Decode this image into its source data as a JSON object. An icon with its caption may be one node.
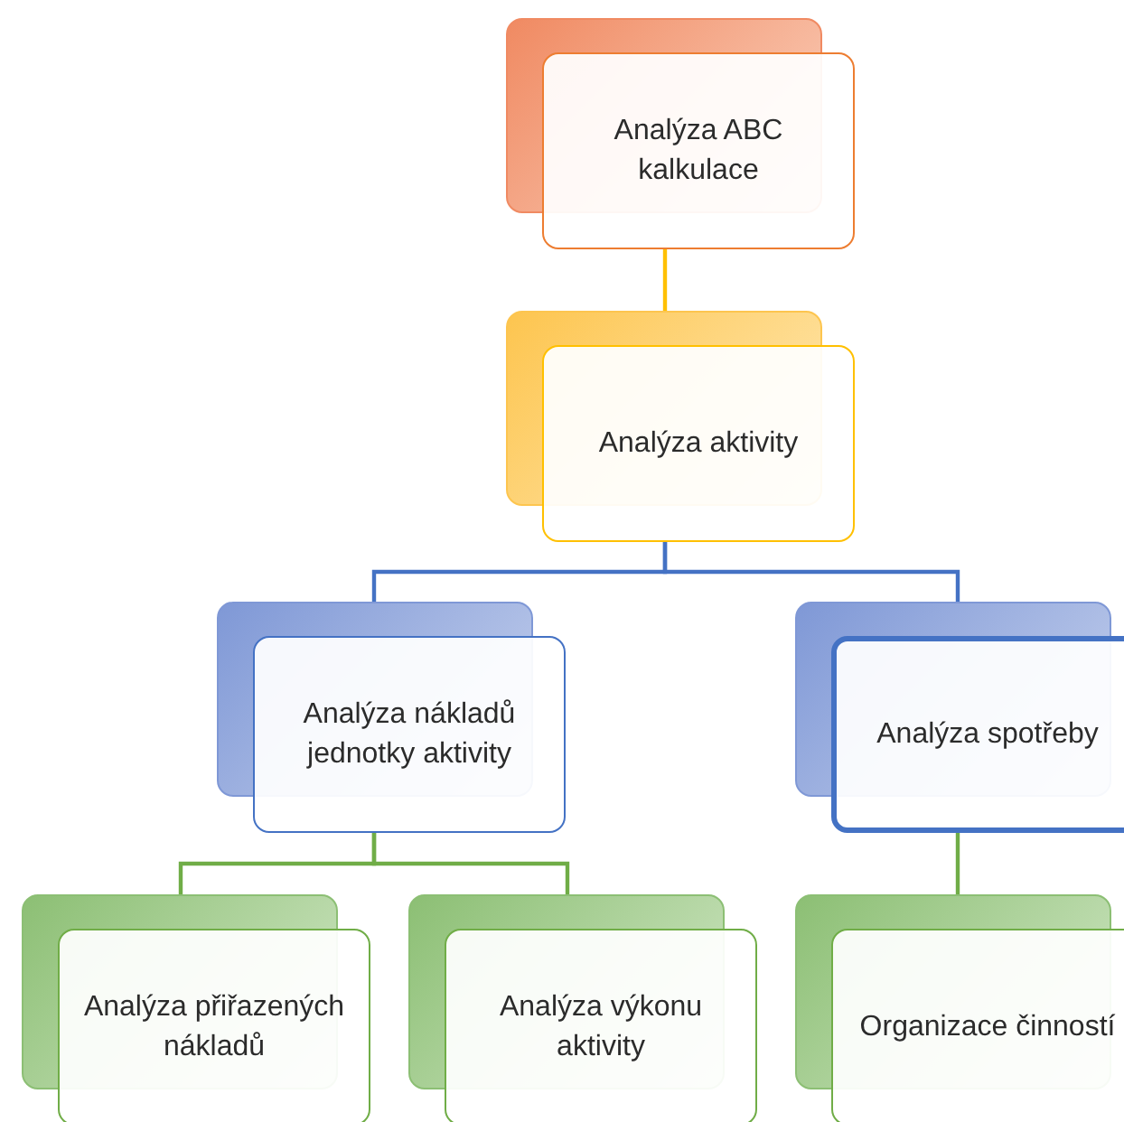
{
  "diagram": {
    "nodes": [
      {
        "text": [
          "Analýza ABC kalkulace"
        ]
      },
      {
        "text": [
          "Analýza aktivity"
        ]
      },
      {
        "text": [
          "Analýza nákladů jednotky aktivity"
        ]
      },
      {
        "text": [
          "Analýza spotřeby"
        ]
      },
      {
        "text": [
          "Analýza přiřazených nákladů"
        ]
      },
      {
        "text": [
          "Analýza výkonu aktivity"
        ]
      },
      {
        "text": [
          "Organizace činností"
        ]
      }
    ],
    "edges": [
      {
        "from": 0,
        "to": 1,
        "arrow": "none",
        "color": "#ffc000"
      },
      {
        "from": 1,
        "to": 2,
        "arrow": "none",
        "color": "#4472c4"
      },
      {
        "from": 1,
        "to": 3,
        "arrow": "none",
        "color": "#4472c4"
      },
      {
        "from": 2,
        "to": 4,
        "arrow": "none"
      },
      {
        "from": 2,
        "to": 5,
        "arrow": "none"
      },
      {
        "from": 3,
        "to": 6,
        "arrow": "none"
      }
    ]
  }
}
